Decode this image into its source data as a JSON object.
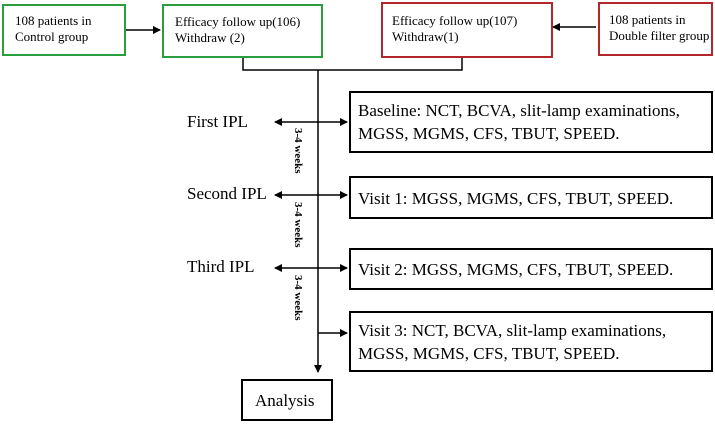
{
  "control_group": {
    "line1": "108 patients in",
    "line2": "Control group"
  },
  "control_followup": {
    "line1": "Efficacy follow up(106)",
    "line2": "Withdraw (2)"
  },
  "filter_followup": {
    "line1": "Efficacy follow up(107)",
    "line2": "Withdraw(1)"
  },
  "filter_group": {
    "line1": "108 patients in",
    "line2": "Double filter group"
  },
  "sessions": [
    "First IPL",
    "Second IPL",
    "Third IPL"
  ],
  "interval_labels": [
    "3-4 weeks",
    "3-4 weeks",
    "3-4 weeks"
  ],
  "visits": {
    "baseline": {
      "line1": "Baseline: NCT, BCVA, slit-lamp examinations,",
      "line2": "MGSS, MGMS, CFS, TBUT, SPEED."
    },
    "visit1": "Visit 1: MGSS, MGMS, CFS, TBUT, SPEED.",
    "visit2": "Visit 2: MGSS, MGMS, CFS, TBUT, SPEED.",
    "visit3": {
      "line1": "Visit 3: NCT, BCVA, slit-lamp examinations,",
      "line2": "MGSS, MGMS, CFS, TBUT, SPEED."
    }
  },
  "analysis": "Analysis",
  "colors": {
    "control": "#2a9d3e",
    "filter": "#b3262b",
    "line": "#000000"
  }
}
